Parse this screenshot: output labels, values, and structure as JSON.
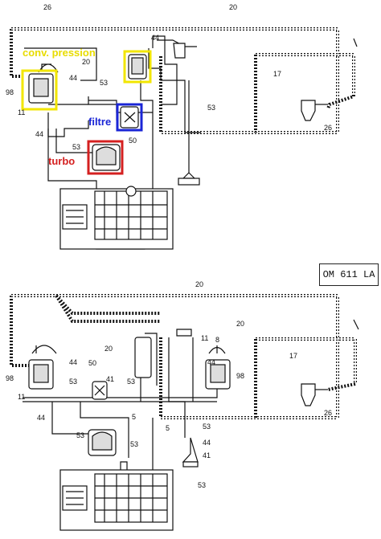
{
  "model_label": "OM 611 LA",
  "highlights": {
    "pressure_converter": {
      "label": "conv. pression",
      "color": "#f2e600"
    },
    "filter": {
      "label": "filtre",
      "color": "#1a25d6"
    },
    "turbo": {
      "label": "turbo",
      "color": "#d42020"
    }
  },
  "top_diagram_labels": [
    "26",
    "20",
    "44",
    "20",
    "44",
    "98",
    "11",
    "44",
    "53",
    "50",
    "53",
    "17",
    "53",
    "26"
  ],
  "bottom_diagram_labels": [
    "20",
    "20",
    "20",
    "17",
    "11",
    "8",
    "44",
    "98",
    "50",
    "53",
    "41",
    "53",
    "11",
    "44",
    "53",
    "5",
    "53",
    "5",
    "53",
    "44",
    "41",
    "53",
    "26",
    "44",
    "98"
  ],
  "colors": {
    "line": "#111111",
    "background": "#ffffff"
  }
}
